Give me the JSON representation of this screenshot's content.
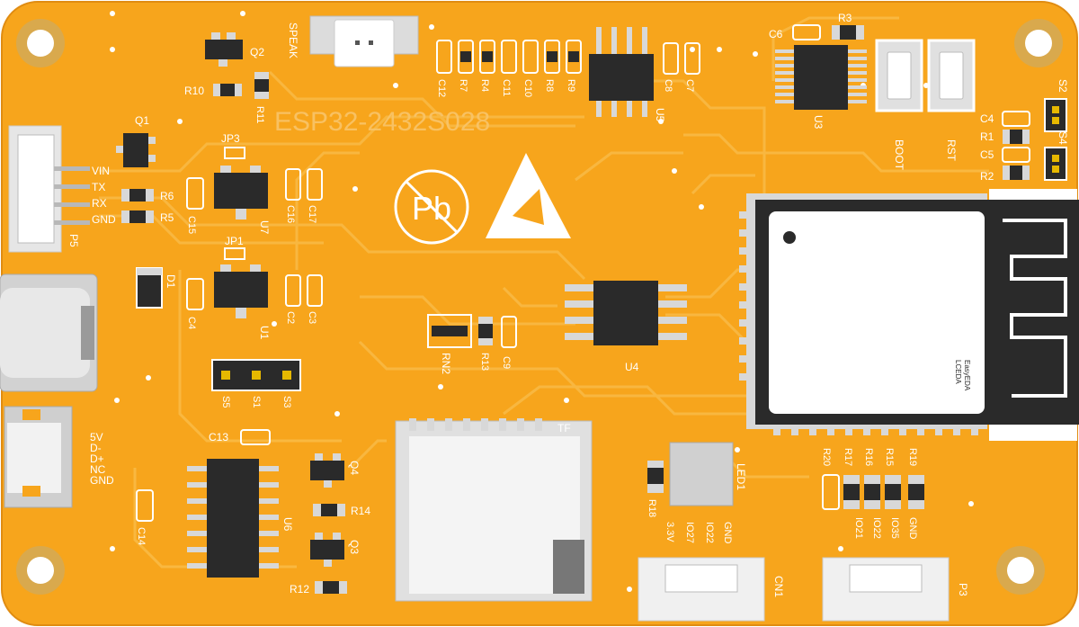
{
  "board": {
    "title": "ESP32-2432S028",
    "colors": {
      "pcb": "#f7a51c",
      "pcb_edge": "#e8941a",
      "trace": "#f9b63d",
      "pad": "#d8d8d8",
      "chip": "#2a2a2a",
      "silk": "#ffffff"
    }
  },
  "labels": {
    "speak": "SPEAK",
    "q2": "Q2",
    "r10": "R10",
    "r11": "R11",
    "q1": "Q1",
    "p5": "P5",
    "vin": "VIN",
    "tx": "TX",
    "rx": "RX",
    "gnd": "GND",
    "r6": "R6",
    "r5": "R5",
    "jp3": "JP3",
    "jp1": "JP1",
    "c15": "C15",
    "c16": "C16",
    "c17": "C17",
    "u7": "U7",
    "c4a": "C4",
    "c2": "C2",
    "c3": "C3",
    "u1": "U1",
    "d1": "D1",
    "s5": "S5",
    "s1": "S1",
    "s3": "S3",
    "c13": "C13",
    "c14": "C14",
    "u6": "U6",
    "q4": "Q4",
    "q3": "Q3",
    "r14": "R14",
    "r12": "R12",
    "c12": "C12",
    "r7": "R7",
    "r4": "R4",
    "c11": "C11",
    "c10": "C10",
    "r8": "R8",
    "r9": "R9",
    "u5": "U5",
    "c8": "C8",
    "c7": "C7",
    "c6": "C6",
    "r3": "R3",
    "u3": "U3",
    "boot": "BOOT",
    "rst": "RST",
    "c4b": "C4",
    "r1": "R1",
    "c5": "C5",
    "r2": "R2",
    "s2": "S2",
    "s4": "S4",
    "rn2": "RN2",
    "r13": "R13",
    "c9": "C9",
    "u4": "U4",
    "tf": "TF",
    "usb_5v": "5V",
    "usb_dm": "D-",
    "usb_dp": "D+",
    "usb_nc": "NC",
    "usb_gnd": "GND",
    "r18": "R18",
    "led1": "LED1",
    "cn1_33": "3.3V",
    "cn1_io27": "IO27",
    "cn1_io22": "IO22",
    "cn1_gnd": "GND",
    "cn1": "CN1",
    "r20": "R20",
    "r17": "R17",
    "r16": "R16",
    "r15": "R15",
    "r19": "R19",
    "p3_io21": "IO21",
    "p3_io22": "IO22",
    "p3_io35": "IO35",
    "p3_gnd": "GND",
    "p3": "P3",
    "lceda": "LCEDA",
    "easyeda": "EasyEDA"
  }
}
